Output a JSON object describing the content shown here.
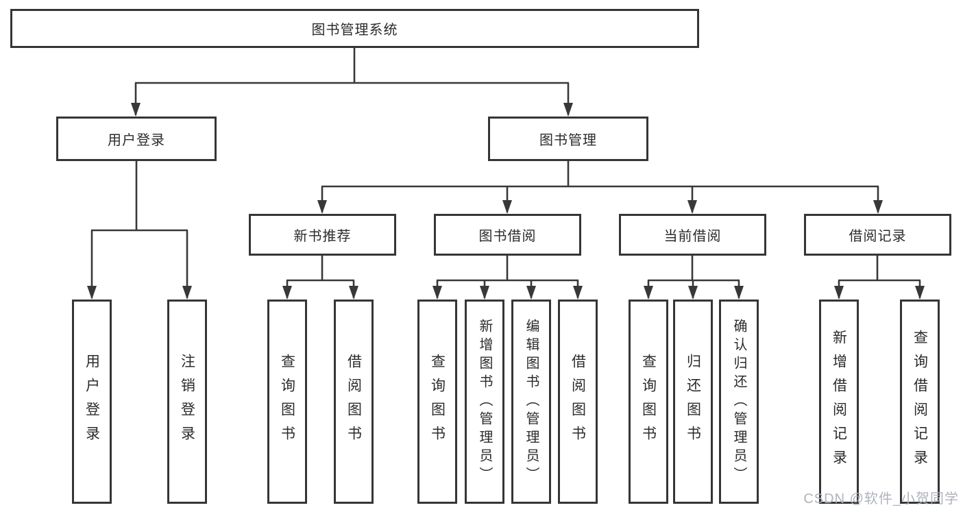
{
  "diagram": {
    "root": {
      "label": "图书管理系统"
    },
    "branches": [
      {
        "label": "用户登录",
        "children": [
          {
            "label": "用户登录"
          },
          {
            "label": "注销登录"
          }
        ]
      },
      {
        "label": "图书管理",
        "children": [
          {
            "label": "新书推荐",
            "children": [
              {
                "label": "查询图书"
              },
              {
                "label": "借阅图书"
              }
            ]
          },
          {
            "label": "图书借阅",
            "children": [
              {
                "label": "查询图书"
              },
              {
                "label": "新增图书（管理员）"
              },
              {
                "label": "编辑图书（管理员）"
              },
              {
                "label": "借阅图书"
              }
            ]
          },
          {
            "label": "当前借阅",
            "children": [
              {
                "label": "查询图书"
              },
              {
                "label": "归还图书"
              },
              {
                "label": "确认归还（管理员）"
              }
            ]
          },
          {
            "label": "借阅记录",
            "children": [
              {
                "label": "新增借阅记录"
              },
              {
                "label": "查询借阅记录"
              }
            ]
          }
        ]
      }
    ],
    "watermark": "CSDN @软件_小贺同学"
  },
  "colors": {
    "line": "#383838",
    "border": "#353535",
    "text": "#2b2b2b",
    "watermark": "#aaafb8",
    "background": "#ffffff"
  }
}
